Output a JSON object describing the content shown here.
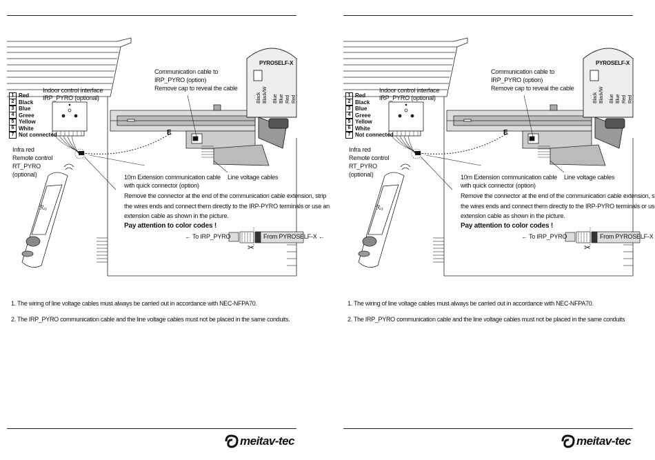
{
  "pages": [
    {
      "legend": [
        {
          "num": "1",
          "label": "Red"
        },
        {
          "num": "2",
          "label": "Black"
        },
        {
          "num": "3",
          "label": "Blue"
        },
        {
          "num": "4",
          "label": "Greee"
        },
        {
          "num": "5",
          "label": "Yellow"
        },
        {
          "num": "6",
          "label": "White"
        },
        {
          "num": "7",
          "label": "Not connected"
        }
      ],
      "indoor_label": [
        "Indoor control interface",
        "IRP_PYRO (optional)"
      ],
      "comm_cable": [
        "Communication cable to",
        "IRP_PYRO (option)",
        "Remove cap to reveal the cable"
      ],
      "unit_title": "PYROSELF-X",
      "wire_labels": [
        "Black",
        "Black/W",
        "Blue",
        "Blue",
        "Red",
        "Red"
      ],
      "remote_label": [
        "Infra red",
        "Remote control",
        "RT_PYRO",
        "(optional)"
      ],
      "ext_cable": [
        "10m Extension communication cable",
        "with quick connector (option)"
      ],
      "line_voltage": "Line voltage cables",
      "instructions": [
        "Remove the connector at the end of the communication cable extension, strip",
        "the wires ends and connect them directly to the IRP-PYRO terminals or use an",
        "extension cable as shown in the picture."
      ],
      "attention": "Pay attention to color codes !",
      "to_label": "To IRP_PYRO",
      "from_label": "From PYROSELF-X",
      "notes": [
        "1. The wiring of line voltage cables must always be carried out in accordance with NEC-NFPA70.",
        "2. The IRP_PYRO communication cable and the line voltage cables must not be placed in the same conduits."
      ],
      "brand": "meitav-tec"
    },
    {
      "legend": [
        {
          "num": "1",
          "label": "Red"
        },
        {
          "num": "2",
          "label": "Black"
        },
        {
          "num": "3",
          "label": "Blue"
        },
        {
          "num": "4",
          "label": "Greee"
        },
        {
          "num": "5",
          "label": "Yellow"
        },
        {
          "num": "6",
          "label": "White"
        },
        {
          "num": "7",
          "label": "Not connected"
        }
      ],
      "indoor_label": [
        "Indoor control interface",
        "IRP_PYRO (optional)"
      ],
      "comm_cable": [
        "Communication cable to",
        "IRP_PYRO (option)",
        "Remove cap to reveal the cable"
      ],
      "unit_title": "PYROSELF-X",
      "wire_labels": [
        "Black",
        "Black/W",
        "Blue",
        "Blue",
        "Red",
        "Red"
      ],
      "remote_label": [
        "Infra red",
        "Remote control",
        "RT_PYRO",
        "(optional)"
      ],
      "ext_cable": [
        "10m Extension communication cable",
        "with quick connector (option)"
      ],
      "line_voltage": "Line voltage cables",
      "instructions": [
        "Remove the connector at the end of the communication cable extension, strip",
        "the wires ends and connect them directly to the IRP-PYRO terminals or use an",
        "extension cable as shown in the picture."
      ],
      "attention": "Pay attention to color codes !",
      "to_label": "To IRP_PYRO",
      "from_label": "From PYROSELF-X",
      "notes": [
        "1. The wiring of line voltage cables must always be carried out in accordance with NEC-NFPA70.",
        "2. The IRP_PYRO communication cable and the line voltage cables must not be placed in the same conduits"
      ],
      "brand": "meitav-tec"
    }
  ]
}
